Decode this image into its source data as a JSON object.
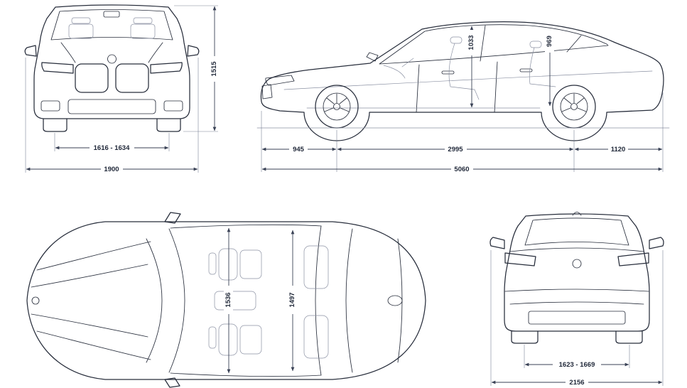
{
  "diagram": {
    "name": "car-dimensions-blueprint",
    "views": [
      "front",
      "side",
      "top",
      "rear"
    ]
  },
  "dimensions": {
    "front": {
      "overall_height": "1515",
      "front_track": "1616 - 1634",
      "overall_width": "1900"
    },
    "side": {
      "front_headroom": "1033",
      "rear_headroom": "969",
      "front_overhang": "945",
      "wheelbase": "2995",
      "rear_overhang": "1120",
      "overall_length": "5060"
    },
    "top": {
      "front_interior_width": "1536",
      "rear_interior_width": "1497"
    },
    "rear": {
      "rear_track": "1623 - 1669",
      "width_with_mirrors": "2156"
    }
  },
  "colors": {
    "line": "#272d3b",
    "dimension_line": "#3a4256",
    "label_text": "#1f2738",
    "background": "#ffffff"
  }
}
